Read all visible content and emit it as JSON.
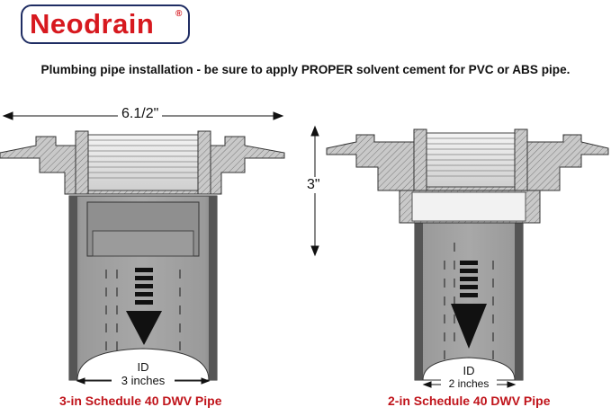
{
  "logo": {
    "name": "Neodrain",
    "registered": "®"
  },
  "notice": "Plumbing pipe installation - be sure to apply PROPER solvent cement for PVC or ABS pipe.",
  "dimensions": {
    "width": "6.1/2\"",
    "height": "3\""
  },
  "left_pipe": {
    "id_label": "ID",
    "id_size": "3 inches",
    "caption": "3-in Schedule 40 DWV Pipe"
  },
  "right_pipe": {
    "id_label": "ID",
    "id_size": "2 inches",
    "caption": "2-in Schedule 40 DWV Pipe"
  }
}
